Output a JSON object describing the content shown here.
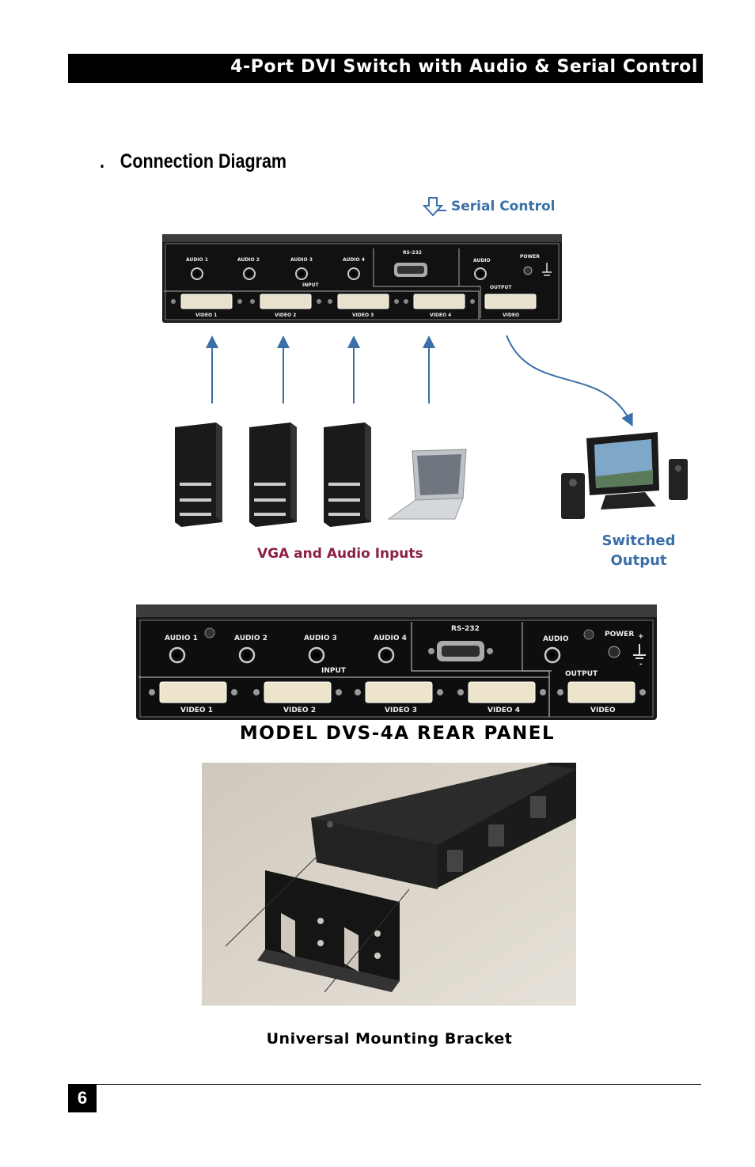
{
  "header": {
    "title": "4-Port DVI Switch with Audio & Serial Control"
  },
  "section": {
    "bullet": ".",
    "heading": "Connection Diagram"
  },
  "diagram": {
    "serial_control": "Serial Control",
    "inputs_label": "VGA and Audio Inputs",
    "output_label_line1": "Switched",
    "output_label_line2": "Output"
  },
  "panel": {
    "audio_labels": [
      "AUDIO 1",
      "AUDIO 2",
      "AUDIO 3",
      "AUDIO 4"
    ],
    "video_labels": [
      "VIDEO 1",
      "VIDEO 2",
      "VIDEO 3",
      "VIDEO 4"
    ],
    "input_label": "INPUT",
    "rs232_label": "RS-232",
    "output_audio": "AUDIO",
    "output_label": "OUTPUT",
    "output_video": "VIDEO",
    "power_label": "POWER",
    "plus": "+",
    "minus": "-"
  },
  "captions": {
    "rear_panel": "MODEL DVS-4A REAR PANEL",
    "bracket": "Universal Mounting Bracket"
  },
  "footer": {
    "page_number": "6"
  }
}
